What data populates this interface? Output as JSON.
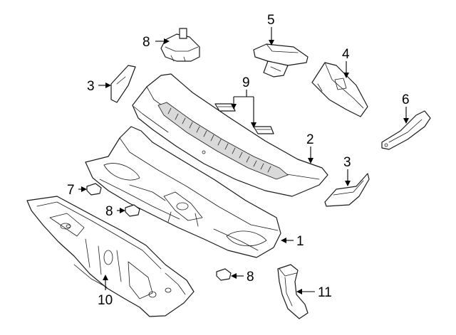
{
  "diagram": {
    "callouts": [
      {
        "id": "c1",
        "label": "1"
      },
      {
        "id": "c2",
        "label": "2"
      },
      {
        "id": "c3a",
        "label": "3"
      },
      {
        "id": "c3b",
        "label": "3"
      },
      {
        "id": "c4",
        "label": "4"
      },
      {
        "id": "c5",
        "label": "5"
      },
      {
        "id": "c6",
        "label": "6"
      },
      {
        "id": "c7",
        "label": "7"
      },
      {
        "id": "c8a",
        "label": "8"
      },
      {
        "id": "c8b",
        "label": "8"
      },
      {
        "id": "c8c",
        "label": "8"
      },
      {
        "id": "c9",
        "label": "9"
      },
      {
        "id": "c10",
        "label": "10"
      },
      {
        "id": "c11",
        "label": "11"
      }
    ]
  }
}
